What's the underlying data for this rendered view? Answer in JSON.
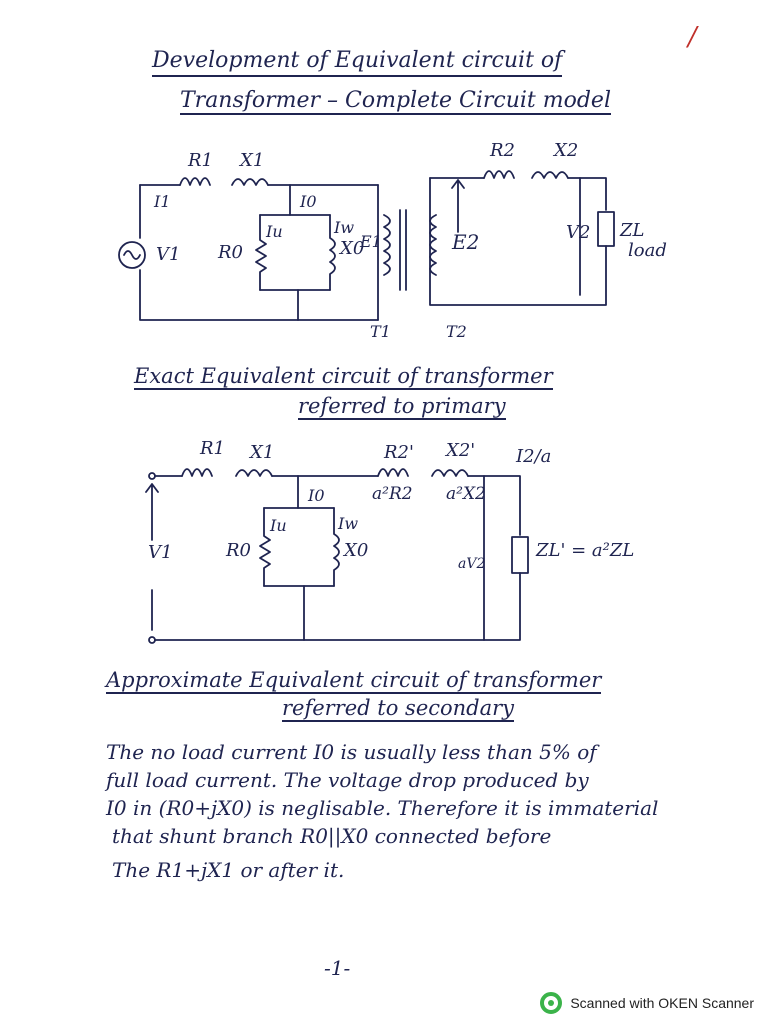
{
  "page_number_corner": "/",
  "title": {
    "line1": "Development of Equivalent circuit of",
    "line2": "Transformer – Complete Circuit model"
  },
  "diagram1": {
    "labels": {
      "r1": "R1",
      "x1": "X1",
      "r2": "R2",
      "x2": "X2",
      "i1": "I1",
      "i0": "I0",
      "iu": "Iu",
      "iw": "Iw",
      "v1": "V1",
      "r0": "R0",
      "x0": "X0",
      "e1": "E1",
      "e2": "E2",
      "v2": "V2",
      "zl": "ZL",
      "load": "load",
      "t1": "T1",
      "t2": "T2"
    }
  },
  "section2": {
    "line1": "Exact Equivalent circuit of transformer",
    "line2": "referred to primary"
  },
  "diagram2": {
    "labels": {
      "r1": "R1",
      "x1": "X1",
      "r2p": "R2'",
      "x2p": "X2'",
      "i2a": "I2/a",
      "i0": "I0",
      "a2r2": "a²R2",
      "a2x2": "a²X2",
      "iu": "Iu",
      "iw": "Iw",
      "v1": "V1",
      "r0": "R0",
      "x0": "X0",
      "av2": "aV2",
      "zlp": "ZL' = a²ZL"
    }
  },
  "section3": {
    "line1": "Approximate Equivalent circuit of transformer",
    "line2": "referred to secondary"
  },
  "paragraph": [
    "The no load current I0 is usually less than 5% of",
    "full load current. The voltage drop produced by",
    "I0 in (R0+jX0) is neglisable. Therefore it is immaterial",
    "that shunt branch R0||X0 connected before",
    "The R1+jX1 or after it."
  ],
  "page_number": "-1-",
  "footer": {
    "text": "Scanned with OKEN Scanner"
  }
}
